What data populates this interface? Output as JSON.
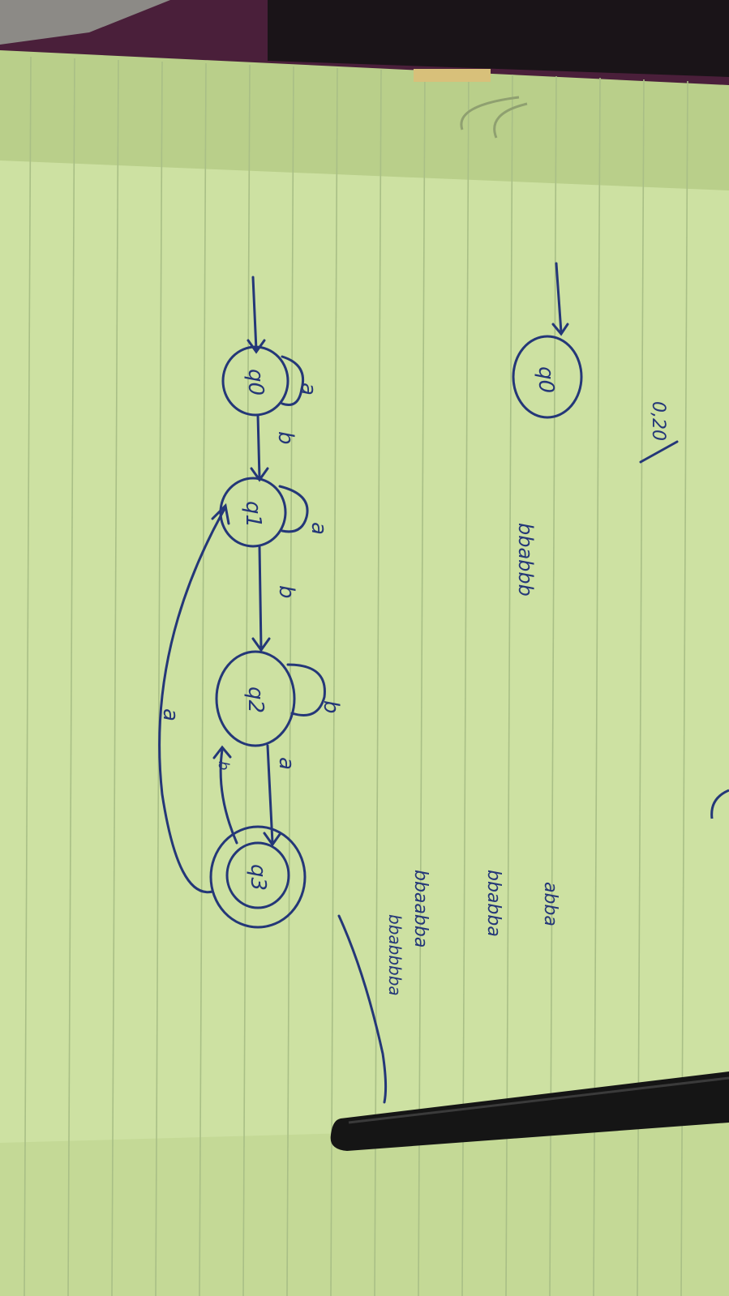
{
  "photo": {
    "colors": {
      "paper": "#cde1a2",
      "paper_shadow": "#b9cf8a",
      "rule_line": "#a9bf86",
      "ink": "#243778",
      "background_fabric": "#4a1f3a",
      "dark_corner": "#1a1418",
      "pen": "#151515"
    },
    "diagram": {
      "states": [
        {
          "name": "q0",
          "label": "q0",
          "start": true,
          "accepting": false
        },
        {
          "name": "q1",
          "label": "q1",
          "start": false,
          "accepting": false
        },
        {
          "name": "q2",
          "label": "q2",
          "start": false,
          "accepting": false
        },
        {
          "name": "q3",
          "label": "q3",
          "start": false,
          "accepting": true
        }
      ],
      "transitions": [
        {
          "from": "q0",
          "to": "q0",
          "label": "a"
        },
        {
          "from": "q0",
          "to": "q1",
          "label": "b"
        },
        {
          "from": "q1",
          "to": "q1",
          "label": "a"
        },
        {
          "from": "q1",
          "to": "q2",
          "label": "b"
        },
        {
          "from": "q2",
          "to": "q2",
          "label": "b"
        },
        {
          "from": "q2",
          "to": "q3",
          "label": "a"
        },
        {
          "from": "q3",
          "to": "q2",
          "label": "b"
        },
        {
          "from": "q3",
          "to": "q1",
          "label": "a"
        }
      ]
    },
    "top_diagram": {
      "state_label": "q0",
      "note": "0,20"
    },
    "scribbles": {
      "line1": "bbabbb",
      "line2": "abba",
      "line3": "bbabba",
      "line4": "bbaabba",
      "line5": "bbabbbba"
    },
    "objects": [
      "notebook-page",
      "pen",
      "fabric"
    ]
  }
}
